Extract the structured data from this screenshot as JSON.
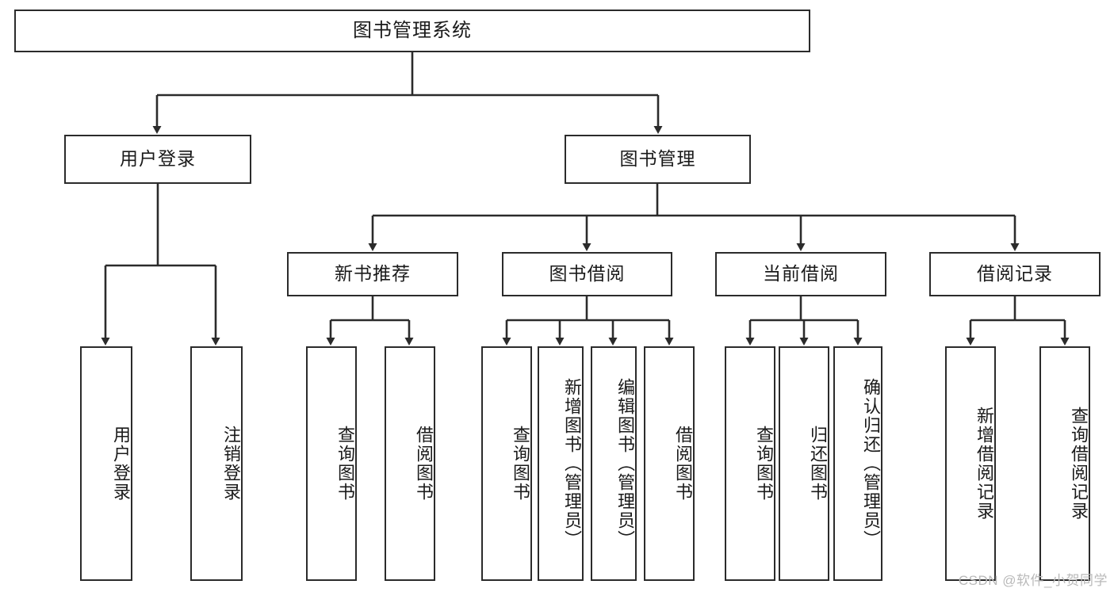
{
  "diagram": {
    "title": "图书管理系统",
    "type": "tree",
    "root": {
      "label": "图书管理系统"
    },
    "level2": [
      {
        "id": "user-login",
        "label": "用户登录"
      },
      {
        "id": "book-management",
        "label": "图书管理"
      }
    ],
    "level3": [
      {
        "id": "new-book-recommend",
        "label": "新书推荐",
        "parent": "book-management"
      },
      {
        "id": "book-borrow",
        "label": "图书借阅",
        "parent": "book-management"
      },
      {
        "id": "current-borrow",
        "label": "当前借阅",
        "parent": "book-management"
      },
      {
        "id": "borrow-record",
        "label": "借阅记录",
        "parent": "book-management"
      }
    ],
    "leaves": [
      {
        "id": "leaf-user-login",
        "label": "用户登录",
        "parent": "user-login"
      },
      {
        "id": "leaf-logout-login",
        "label": "注销登录",
        "parent": "user-login"
      },
      {
        "id": "leaf-query-book-1",
        "label": "查询图书",
        "parent": "new-book-recommend"
      },
      {
        "id": "leaf-borrow-book-1",
        "label": "借阅图书",
        "parent": "new-book-recommend"
      },
      {
        "id": "leaf-query-book-2",
        "label": "查询图书",
        "parent": "book-borrow"
      },
      {
        "id": "leaf-add-book",
        "label": "新增图书（管理员）",
        "parent": "book-borrow"
      },
      {
        "id": "leaf-edit-book",
        "label": "编辑图书（管理员）",
        "parent": "book-borrow"
      },
      {
        "id": "leaf-borrow-book-2",
        "label": "借阅图书",
        "parent": "book-borrow"
      },
      {
        "id": "leaf-query-book-3",
        "label": "查询图书",
        "parent": "current-borrow"
      },
      {
        "id": "leaf-return-book",
        "label": "归还图书",
        "parent": "current-borrow"
      },
      {
        "id": "leaf-confirm-return",
        "label": "确认归还（管理员）",
        "parent": "current-borrow"
      },
      {
        "id": "leaf-add-record",
        "label": "新增借阅记录",
        "parent": "borrow-record"
      },
      {
        "id": "leaf-query-record",
        "label": "查询借阅记录",
        "parent": "borrow-record"
      }
    ],
    "colors": {
      "stroke": "#2b2b2b",
      "background": "#ffffff",
      "text": "#1a1a1a",
      "watermark": "#b9b9b9"
    }
  },
  "watermark": {
    "text": "CSDN @软件_小贺同学"
  }
}
